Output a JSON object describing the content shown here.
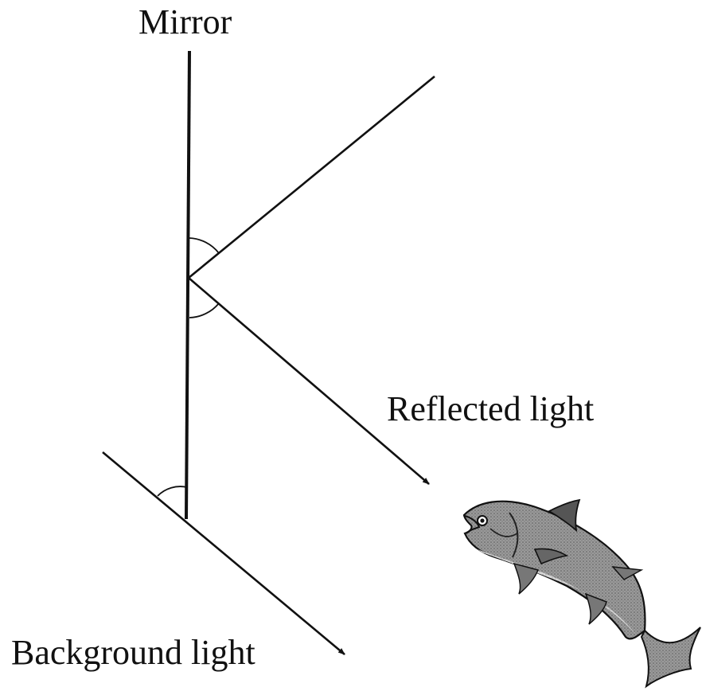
{
  "labels": {
    "mirror": "Mirror",
    "reflected_light": "Reflected light",
    "background_light": "Background light"
  },
  "colors": {
    "ink": "#111111",
    "fish_body": "#8a8a8a",
    "fish_belly": "#c9c9c9",
    "fish_dark": "#4a4a4a"
  },
  "icons": [
    "fish-icon"
  ]
}
